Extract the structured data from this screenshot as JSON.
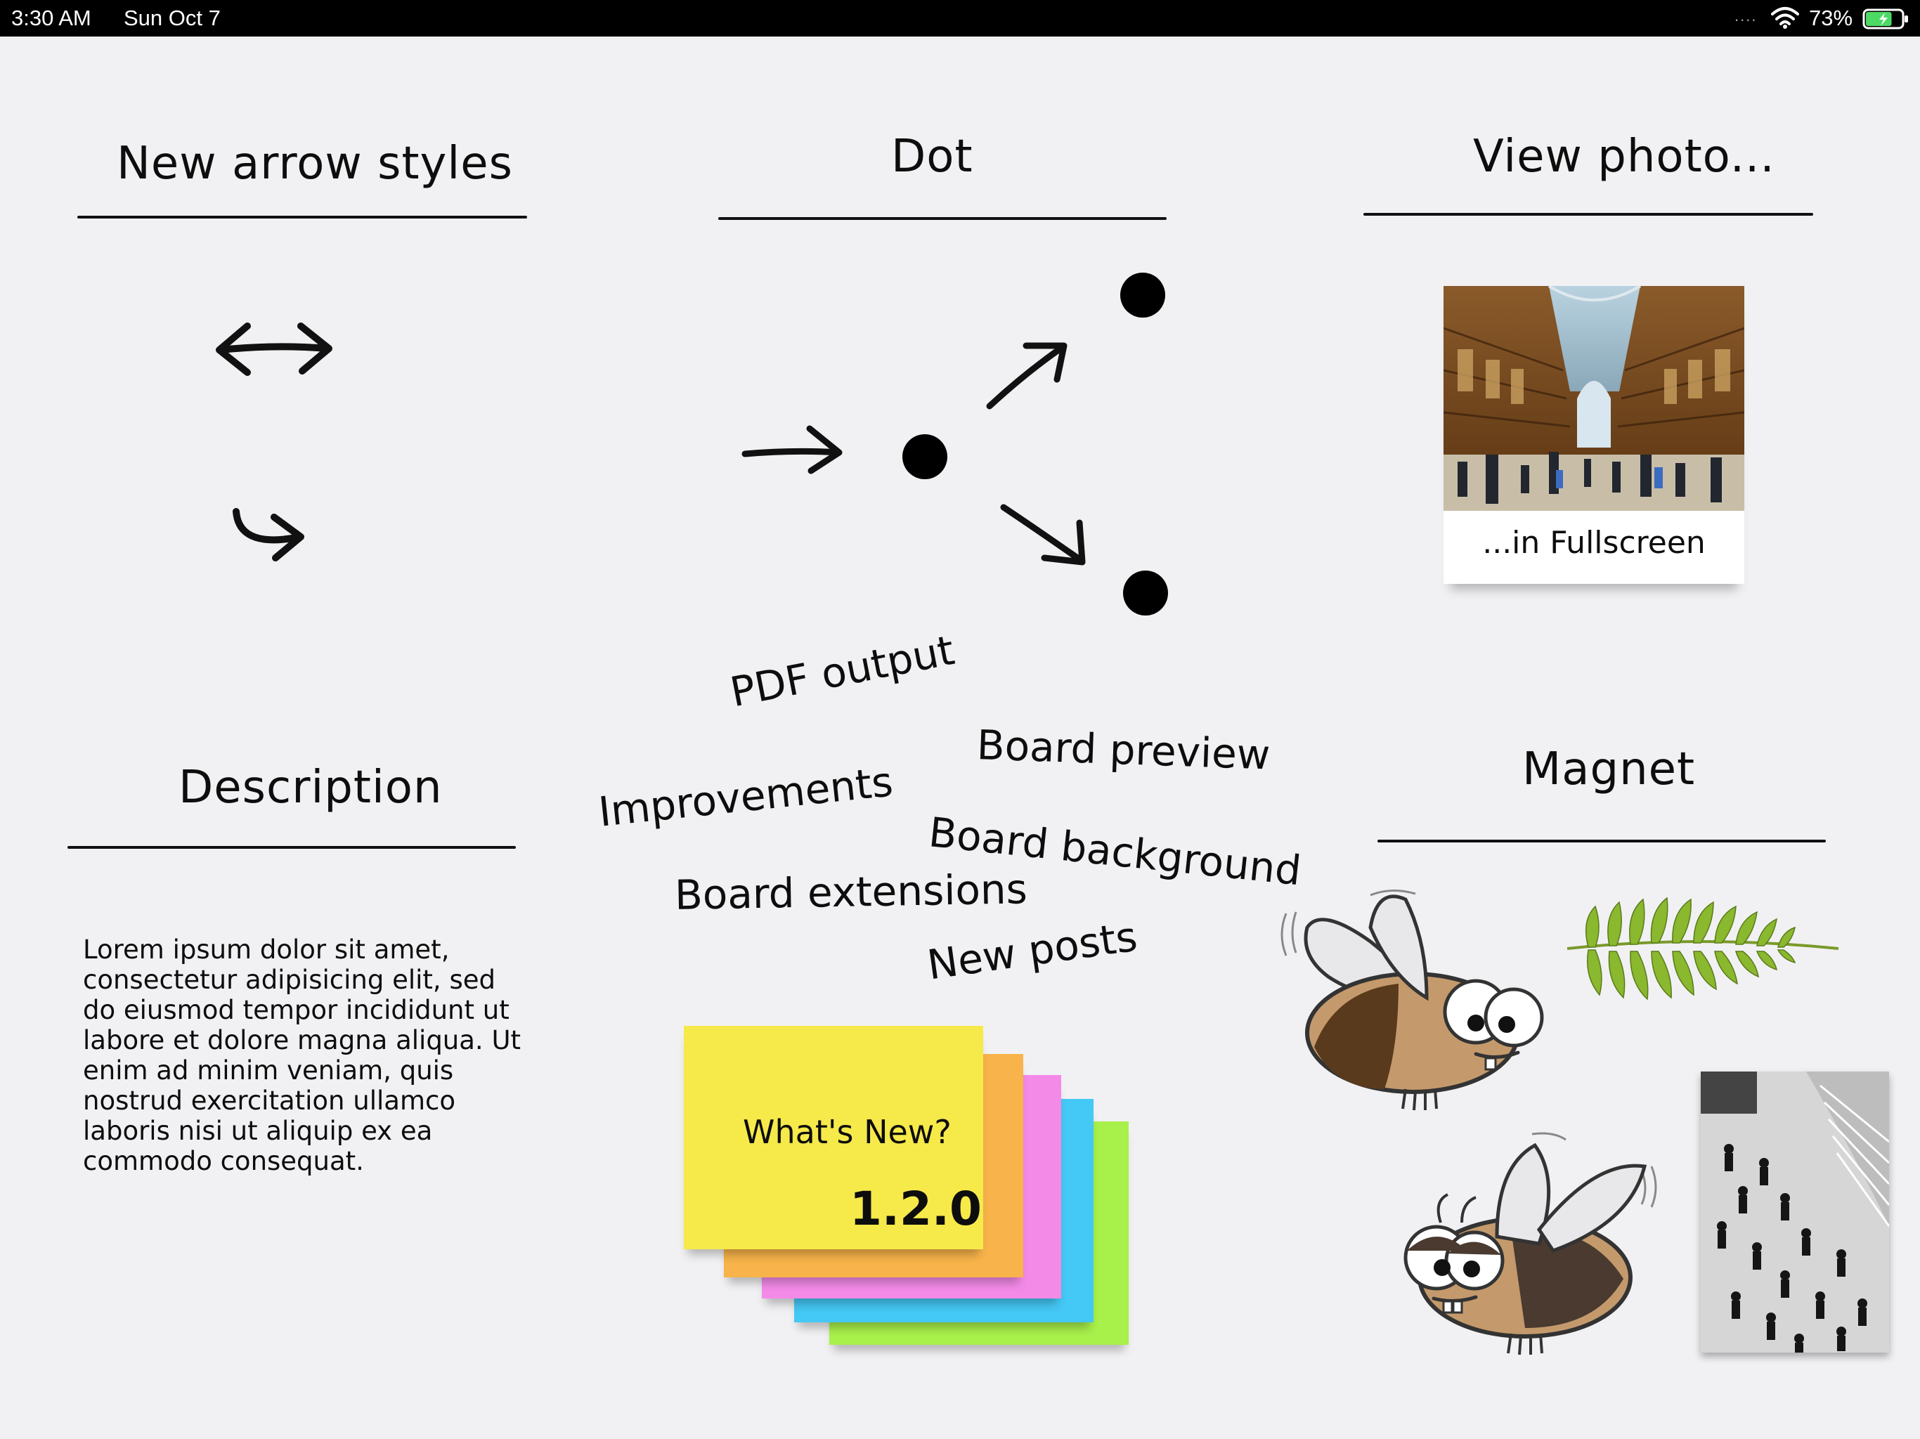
{
  "status_bar": {
    "time": "3:30 AM",
    "date": "Sun Oct 7",
    "signal_dots": "....",
    "battery_percent": "73%",
    "battery_level": 0.73
  },
  "sections": {
    "arrows": {
      "title": "New arrow styles"
    },
    "dot": {
      "title": "Dot"
    },
    "photo": {
      "title": "View photo...",
      "caption": "...in Fullscreen"
    },
    "description": {
      "title": "Description",
      "body": "Lorem ipsum dolor sit amet, consectetur adipisicing elit, sed do eiusmod tempor incididunt ut labore et dolore magna aliqua. Ut enim ad minim veniam, quis nostrud exercitation ullamco laboris nisi ut aliquip ex ea commodo consequat."
    },
    "magnet": {
      "title": "Magnet"
    }
  },
  "features": [
    "PDF output",
    "Board preview",
    "Improvements",
    "Board background",
    "Board extensions",
    "New posts"
  ],
  "sticky_notes": {
    "title": "What's New?",
    "version": "1.2.0",
    "colors": [
      "#a8f04a",
      "#44c8f5",
      "#f48ae8",
      "#f8b34a",
      "#f6e94a"
    ]
  },
  "icons": [
    "wifi-icon",
    "battery-icon",
    "bug-icon",
    "fern-leaf-icon"
  ]
}
